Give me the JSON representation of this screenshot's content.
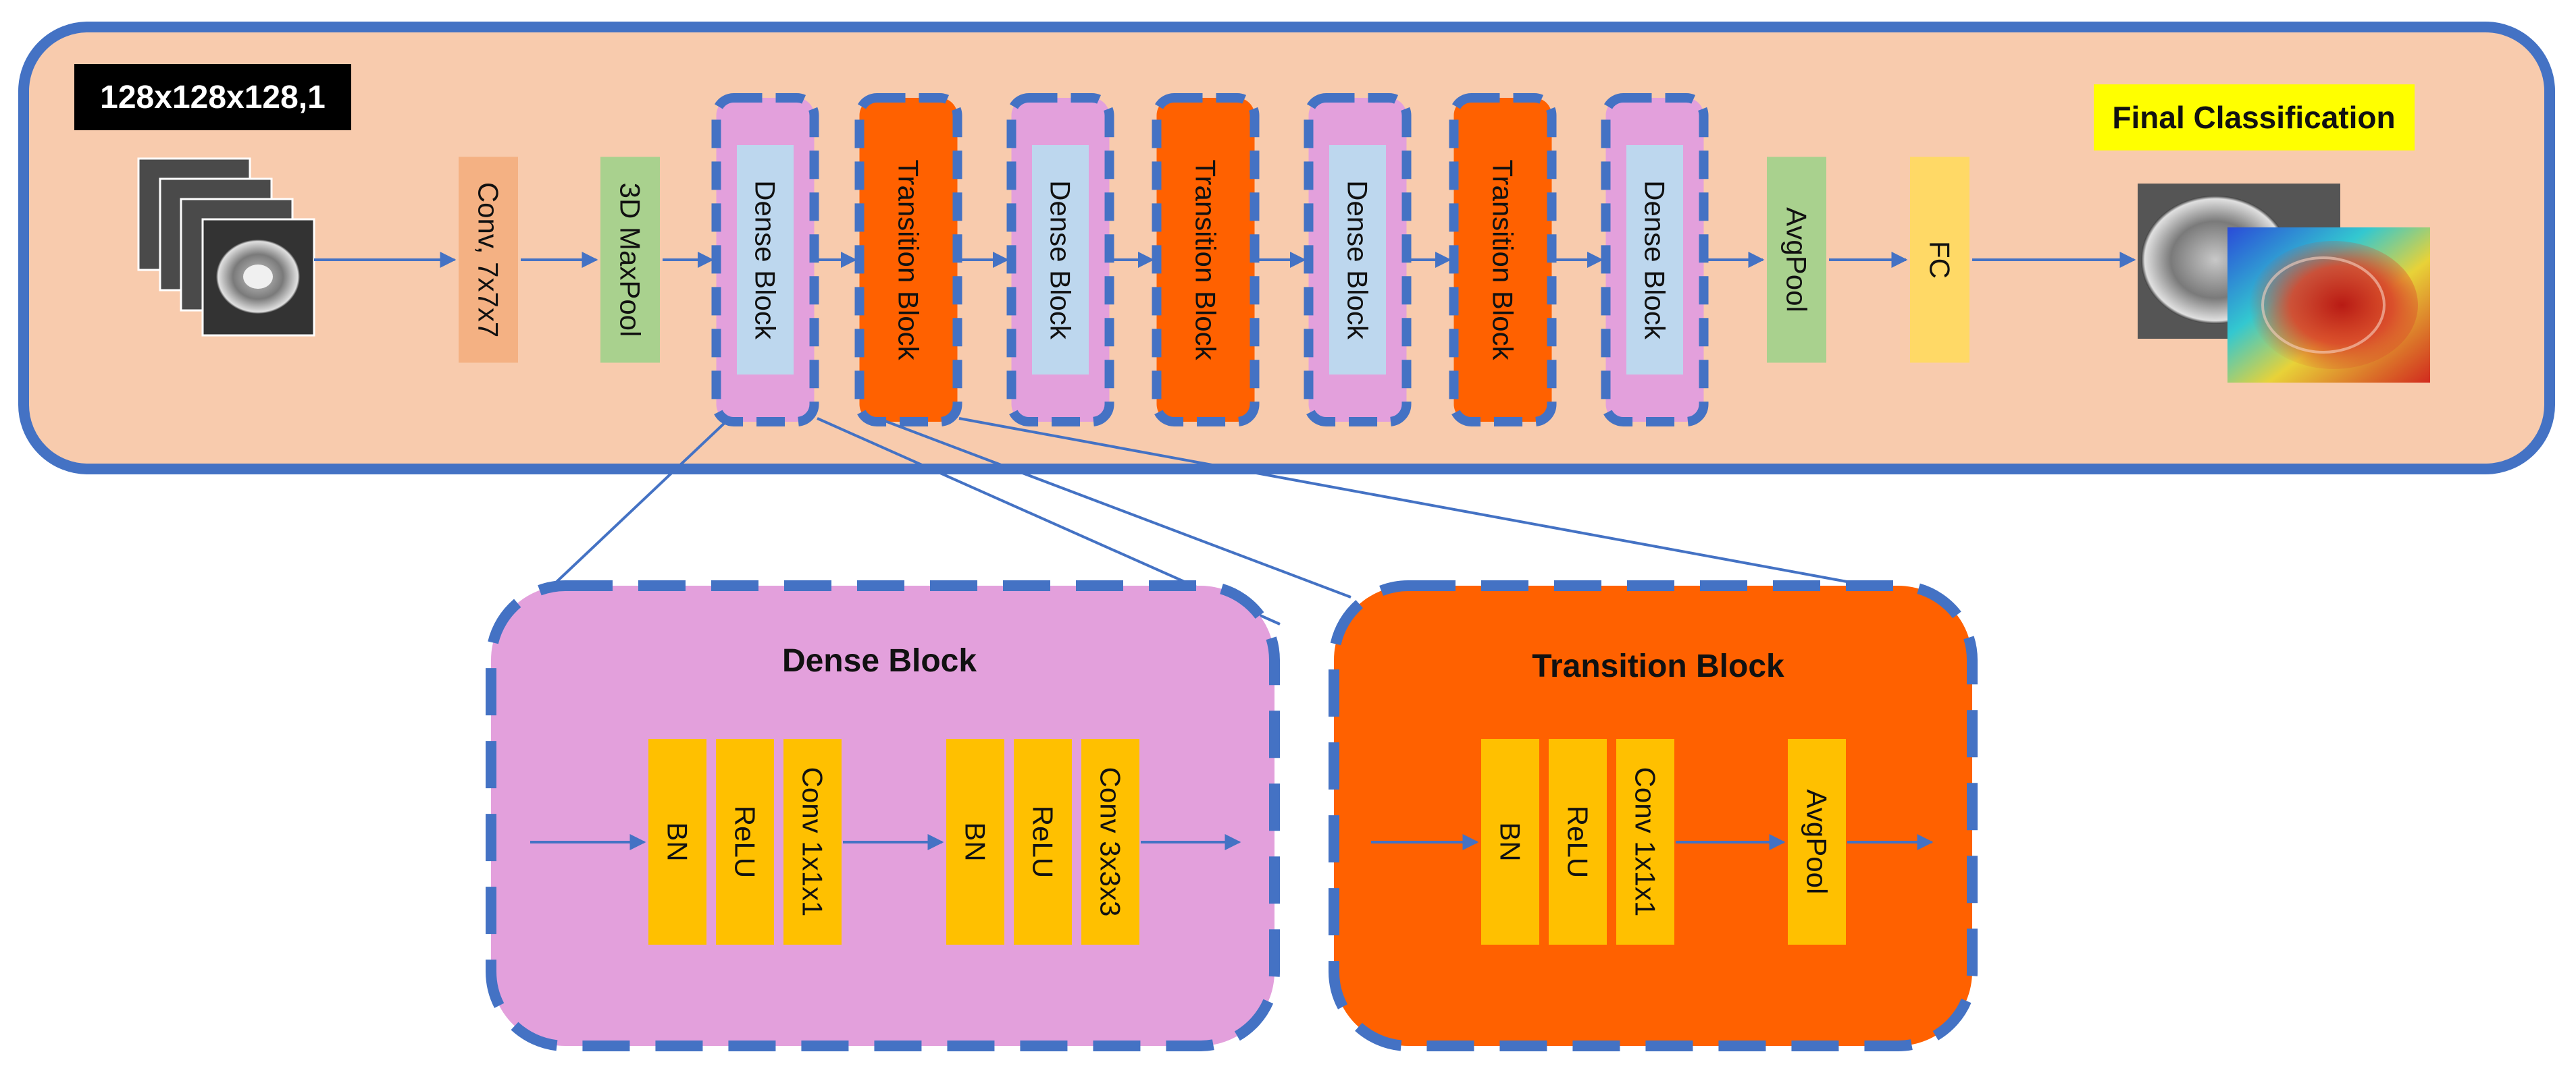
{
  "colors": {
    "outer_fill": "#f8cbad",
    "border": "#4472c4",
    "conv": "#f4b183",
    "maxpool": "#a9d18e",
    "dense_outer": "#e3a0dc",
    "dense_inner": "#bdd7ee",
    "transition": "#ff6100",
    "avgpool": "#a9d18e",
    "fc": "#ffd966",
    "layer": "#ffc000",
    "yellow_label": "#ffff00",
    "black_label": "#000000"
  },
  "input": {
    "label": "128x128x128,1"
  },
  "output": {
    "label": "Final Classification"
  },
  "pipeline": [
    {
      "label": "Conv, 7x7x7",
      "kind": "conv"
    },
    {
      "label": "3D MaxPool",
      "kind": "maxpool"
    },
    {
      "label": "Dense Block",
      "kind": "dense"
    },
    {
      "label": "Transition Block",
      "kind": "transition"
    },
    {
      "label": "Dense Block",
      "kind": "dense"
    },
    {
      "label": "Transition Block",
      "kind": "transition"
    },
    {
      "label": "Dense Block",
      "kind": "dense"
    },
    {
      "label": "Transition Block",
      "kind": "transition"
    },
    {
      "label": "Dense Block",
      "kind": "dense"
    },
    {
      "label": "AvgPool",
      "kind": "avgpool"
    },
    {
      "label": "FC",
      "kind": "fc"
    }
  ],
  "dense_detail": {
    "title": "Dense Block",
    "layers": [
      "BN",
      "ReLU",
      "Conv 1x1x1",
      "BN",
      "ReLU",
      "Conv 3x3x3"
    ]
  },
  "transition_detail": {
    "title": "Transition Block",
    "layers": [
      "BN",
      "ReLU",
      "Conv 1x1x1",
      "AvgPool"
    ]
  }
}
